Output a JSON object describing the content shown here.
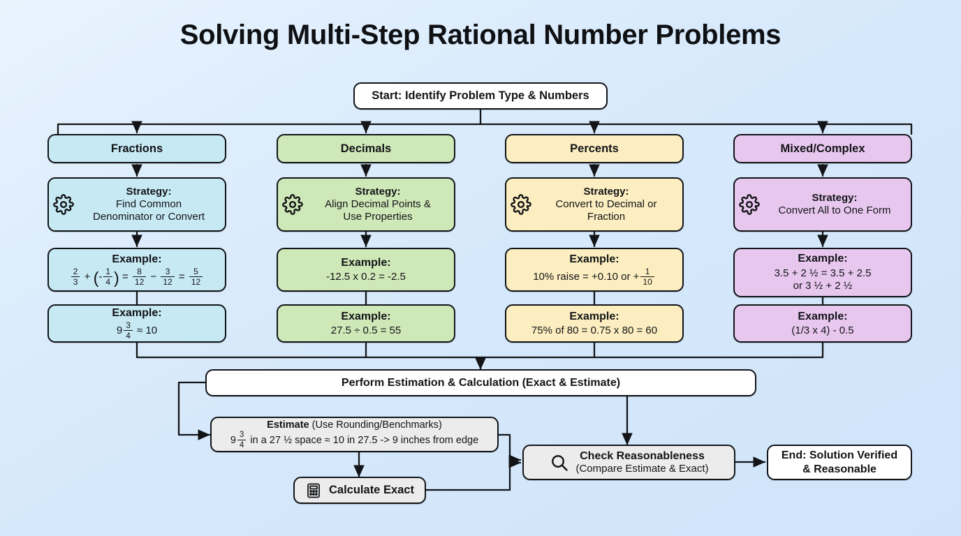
{
  "title": "Solving Multi-Step Rational Number Problems",
  "diagram": {
    "type": "flowchart",
    "start": {
      "label": "Start: Identify Problem Type & Numbers"
    },
    "branches": [
      {
        "key": "fractions",
        "head": "Fractions",
        "color": "#c7e9f4",
        "icon": "gear-icon",
        "strategy_head": "Strategy:",
        "strategy_lines": [
          "Find Common",
          "Denominator or Convert"
        ],
        "example1_head": "Example:",
        "example1_expr": "2/3 + (-1/4) = 8/12 - 3/12 = 5/12",
        "example2_head": "Example:",
        "example2_expr": "9 3/4 ≈ 10"
      },
      {
        "key": "decimals",
        "head": "Decimals",
        "color": "#cfe8b8",
        "icon": "gear-icon",
        "strategy_head": "Strategy:",
        "strategy_lines": [
          "Align Decimal Points &",
          "Use Properties"
        ],
        "example1_head": "Example:",
        "example1_expr": "-12.5 x 0.2 = -2.5",
        "example2_head": "Example:",
        "example2_expr": "27.5 ÷ 0.5 = 55"
      },
      {
        "key": "percents",
        "head": "Percents",
        "color": "#fceec0",
        "icon": "gear-icon",
        "strategy_head": "Strategy:",
        "strategy_lines": [
          "Convert to Decimal or",
          "Fraction"
        ],
        "example1_head": "Example:",
        "example1_expr": "10% raise = +0.10 or +1/10",
        "example2_head": "Example:",
        "example2_expr": "75% of 80 = 0.75 x 80 = 60"
      },
      {
        "key": "mixed",
        "head": "Mixed/Complex",
        "color": "#e8c7ef",
        "icon": "gear-icon",
        "strategy_head": "Strategy:",
        "strategy_lines": [
          "Convert All to One Form"
        ],
        "example1_head": "Example:",
        "example1_expr": "3.5 + 2 ½ = 3.5 + 2.5 or 3 ½ + 2 ½",
        "example2_head": "Example:",
        "example2_expr": "(1/3 x 4) - 0.5"
      }
    ],
    "perform": {
      "label": "Perform Estimation & Calculation (Exact & Estimate)"
    },
    "estimate": {
      "head": "Estimate",
      "head_note": "(Use Rounding/Benchmarks)",
      "detail": "9 3/4 in a 27 ½ space ≈ 10 in 27.5 -> 9 inches from edge"
    },
    "calculate": {
      "label": "Calculate Exact",
      "icon": "calculator-icon"
    },
    "check": {
      "line1": "Check Reasonableness",
      "line2": "(Compare Estimate & Exact)",
      "icon": "magnifier-icon"
    },
    "end": {
      "line1": "End: Solution Verified",
      "line2": "& Reasonable"
    }
  }
}
